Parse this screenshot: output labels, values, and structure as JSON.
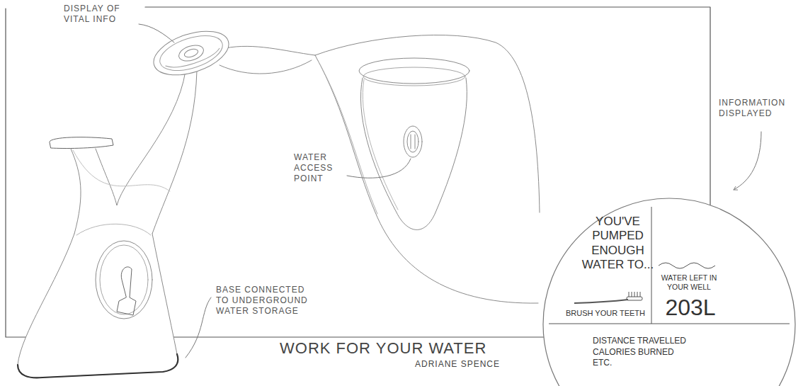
{
  "diagram": {
    "title": "WORK FOR YOUR WATER",
    "caption": "ADRIANE SPENCE",
    "nodes": [
      {
        "text": [
          "YOU'VE PUMPED ENOUGH WATER TO...",
          "BRUSH YOUR TEETH",
          "WATER LEFT IN YOUR WELL",
          "203L",
          "DISTANCE TRAVELLED CALORIES BURNED ETC."
        ]
      }
    ],
    "labels": [
      "DISPLAY OF VITAL INFO",
      "WATER ACCESS POINT",
      "BASE CONNECTED TO UNDERGROUND WATER STORAGE",
      "INFORMATION DISPLAYED"
    ]
  }
}
